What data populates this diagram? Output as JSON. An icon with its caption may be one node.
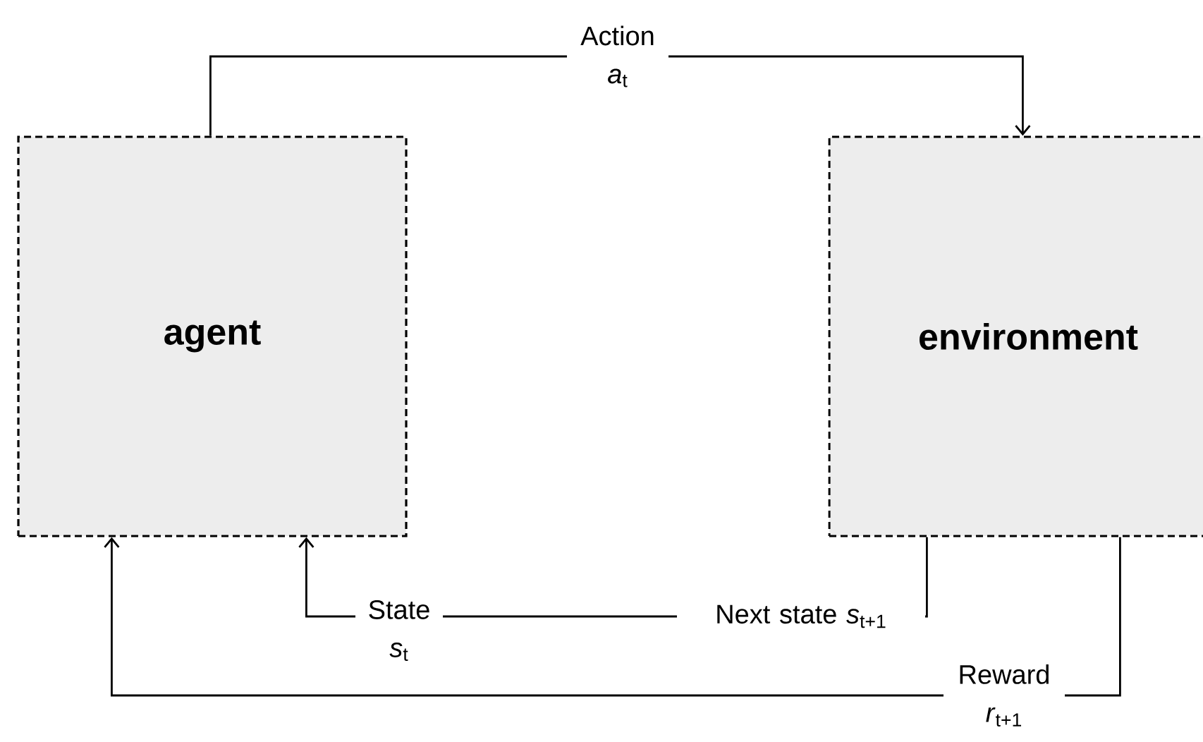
{
  "diagram": {
    "nodes": [
      {
        "text": [
          "agent"
        ]
      },
      {
        "text": [
          "environment"
        ]
      }
    ],
    "edges": [
      {
        "from": 0,
        "to": 1,
        "arrow": "to",
        "label": "Action *a*$_{t}$"
      },
      {
        "from": 1,
        "to": 0,
        "arrow": "to",
        "label": "Next state *s*$_{t+1}$"
      },
      {
        "from": 1,
        "to": 0,
        "arrow": "to",
        "label": "Reward *r*$_{t+1}$"
      }
    ],
    "labels": [
      "State *s*$_{t}$"
    ]
  }
}
